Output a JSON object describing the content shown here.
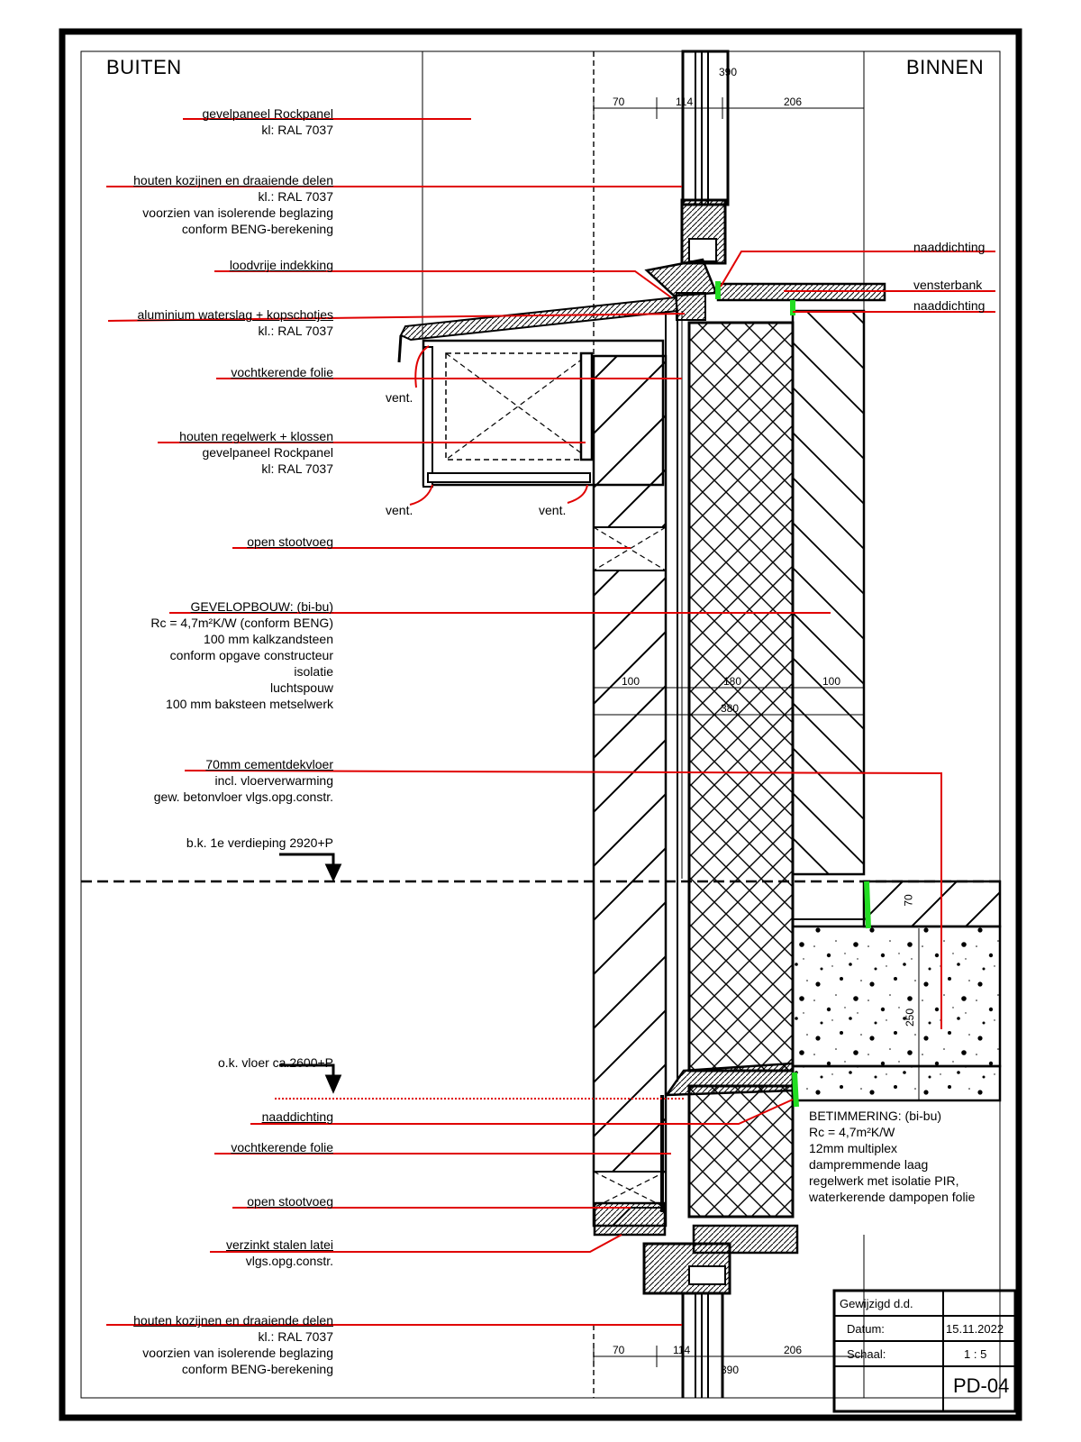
{
  "sides": {
    "outside": "BUITEN",
    "inside": "BINNEN"
  },
  "labels": {
    "facade_panel_top": [
      "gevelpaneel Rockpanel",
      "kl: RAL 7037"
    ],
    "frames_top": [
      "houten kozijnen en draaiende delen",
      "kl.: RAL 7037",
      "voorzien van isolerende beglazing",
      "conform BENG-berekening"
    ],
    "lead_free": [
      "loodvrije indekking"
    ],
    "alu_flashing": [
      "aluminium waterslag + kopschotjes",
      "kl.: RAL 7037"
    ],
    "moisture_foil_top": [
      "vochtkerende folie"
    ],
    "battens": [
      "houten regelwerk + klossen",
      "gevelpaneel Rockpanel",
      "kl: RAL 7037"
    ],
    "open_joint_top": [
      "open stootvoeg"
    ],
    "facade_build": [
      "GEVELOPBOUW: (bi-bu)",
      "Rc = 4,7m²K/W  (conform BENG)",
      "100 mm kalkzandsteen",
      "conform opgave constructeur",
      "isolatie",
      "luchtspouw",
      "100 mm baksteen metselwerk"
    ],
    "screed": [
      "70mm cementdekvloer",
      "incl. vloerverwarming",
      "gew. betonvloer vlgs.opg.constr."
    ],
    "level_top": [
      "b.k. 1e verdieping 2920+P"
    ],
    "level_bottom": [
      "o.k. vloer ca.2600+P"
    ],
    "seal_bottom": [
      "naaddichting"
    ],
    "moisture_foil_bottom": [
      "vochtkerende folie"
    ],
    "open_joint_bottom": [
      "open stootvoeg"
    ],
    "lintel": [
      "verzinkt stalen latei",
      "vlgs.opg.constr."
    ],
    "frames_bottom": [
      "houten kozijnen en draaiende delen",
      "kl.: RAL 7037",
      "voorzien van isolerende beglazing",
      "conform BENG-berekening"
    ],
    "right_seal_1": [
      "naaddichting"
    ],
    "right_sill": [
      "vensterbank"
    ],
    "right_seal_2": [
      "naaddichting"
    ],
    "lining": [
      "BETIMMERING: (bi-bu)",
      "Rc = 4,7m²K/W",
      "12mm multiplex",
      "dampremmende laag",
      "regelwerk met isolatie PIR,",
      "waterkerende dampopen folie"
    ],
    "vent": "vent."
  },
  "dimensions": {
    "top": {
      "a": "70",
      "b": "114",
      "c": "206",
      "total": "390"
    },
    "mid": {
      "a": "100",
      "b": "180",
      "c": "100",
      "total": "380"
    },
    "bottom": {
      "a": "70",
      "b": "114",
      "c": "206",
      "total": "390"
    },
    "floor_a": "70",
    "floor_b": "250"
  },
  "title_block": {
    "changed_label": "Gewijzigd d.d.",
    "date_label": "Datum:",
    "date_value": "15.11.2022",
    "scale_label": "Schaal:",
    "scale_value": "1 : 5",
    "sheet": "PD-04"
  },
  "colors": {
    "leader": "#e00000",
    "seal": "#22dd22",
    "line": "#000000"
  }
}
